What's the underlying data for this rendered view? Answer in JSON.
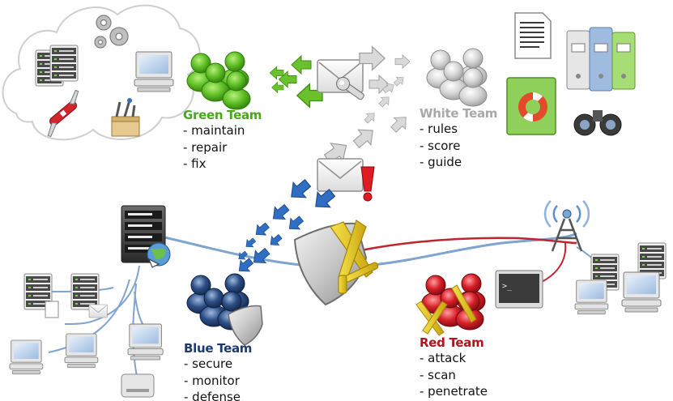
{
  "colors": {
    "green": "#4aa61c",
    "white": "#a9a9a9",
    "blue": "#1c3a6b",
    "red": "#b0141c",
    "link_blue": "#7fa4cf",
    "link_red": "#c0242c",
    "arrow_blue": "#2f6ec2",
    "arrow_green": "#69c22c"
  },
  "teams": {
    "green": {
      "name": "Green Team",
      "tasks": [
        "- maintain",
        "- repair",
        "- fix"
      ]
    },
    "white": {
      "name": "White Team",
      "tasks": [
        "- rules",
        "- score",
        "- guide"
      ]
    },
    "blue": {
      "name": "Blue Team",
      "tasks": [
        "- secure",
        "- monitor",
        "- defense"
      ]
    },
    "red": {
      "name": "Red Team",
      "tasks": [
        "- attack",
        "- scan",
        "- penetrate"
      ]
    }
  },
  "icons": {
    "infra_cloud": "cloud-icon",
    "servers": "server-rack-icon",
    "gears": "gear-icon",
    "desktop": "desktop-computer-icon",
    "toolbox": "toolbox-icon",
    "swiss_knife": "swiss-army-knife-icon",
    "mail": "envelope-icon",
    "warning": "exclamation-icon",
    "shield": "shield-icon",
    "swords": "crossed-swords-icon",
    "antenna": "radio-tower-icon",
    "terminal": "terminal-icon",
    "document": "document-icon",
    "binders": "binders-icon",
    "lifebuoy_book": "manual-book-icon",
    "binoculars": "binoculars-icon",
    "globe": "globe-icon"
  }
}
